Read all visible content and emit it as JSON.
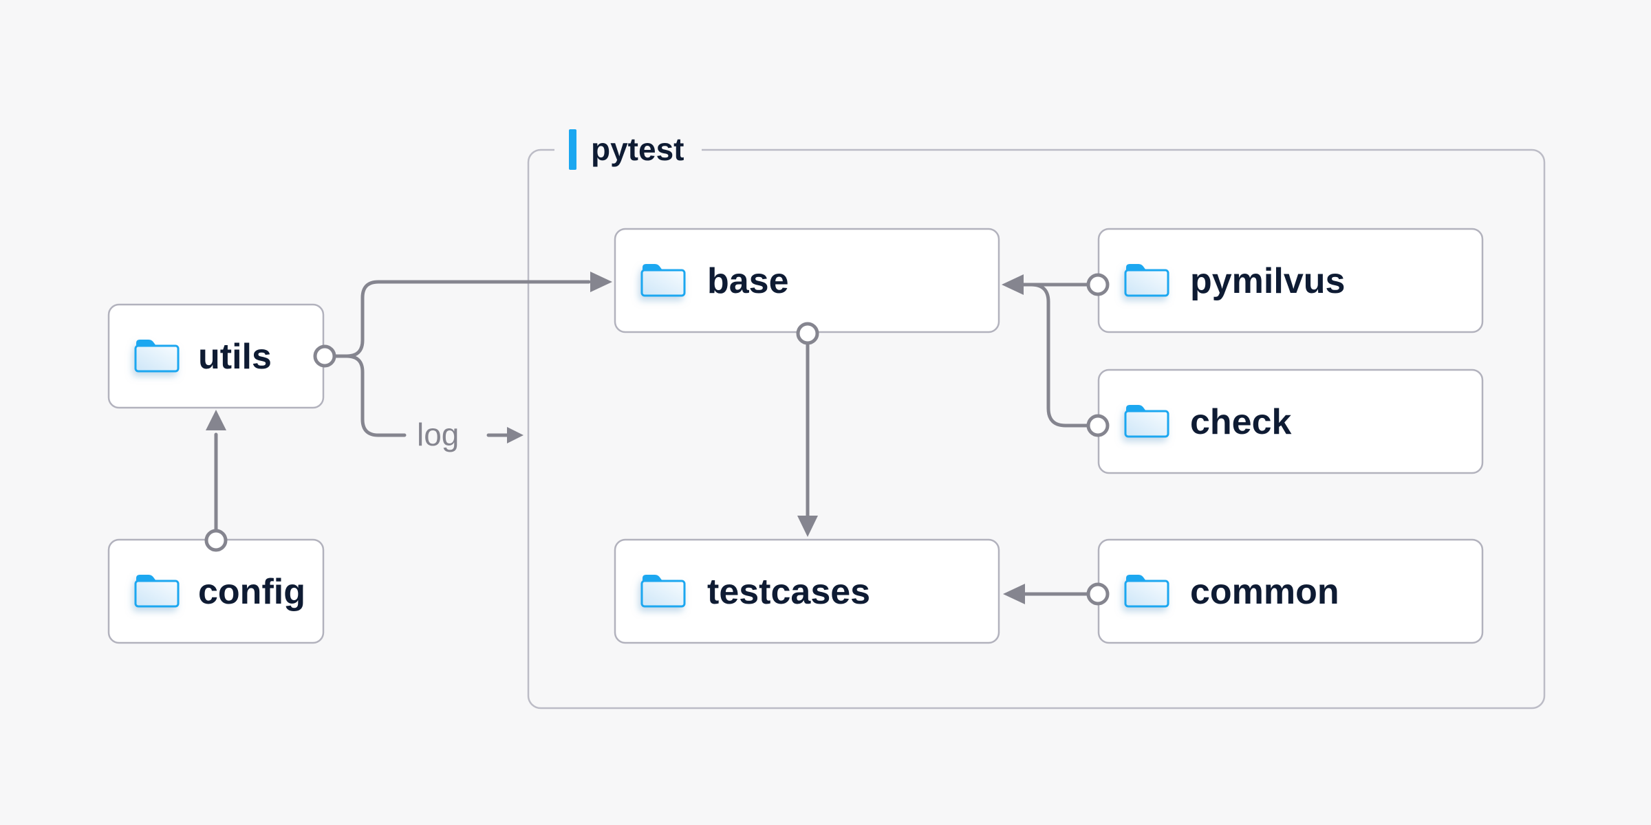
{
  "diagram": {
    "title": "pytest",
    "nodes": {
      "utils": {
        "label": "utils",
        "icon": "folder-icon"
      },
      "config": {
        "label": "config",
        "icon": "folder-icon"
      },
      "base": {
        "label": "base",
        "icon": "folder-icon"
      },
      "pymilvus": {
        "label": "pymilvus",
        "icon": "folder-icon"
      },
      "check": {
        "label": "check",
        "icon": "folder-icon"
      },
      "testcases": {
        "label": "testcases",
        "icon": "folder-icon"
      },
      "common": {
        "label": "common",
        "icon": "folder-icon"
      }
    },
    "edges": [
      {
        "from": "config",
        "to": "utils"
      },
      {
        "from": "utils",
        "to": "base"
      },
      {
        "from": "utils",
        "to": "pytest-container",
        "label": "log"
      },
      {
        "from": "pymilvus",
        "to": "base"
      },
      {
        "from": "check",
        "to": "base"
      },
      {
        "from": "base",
        "to": "testcases"
      },
      {
        "from": "common",
        "to": "testcases"
      }
    ],
    "colors": {
      "bg": "#f7f7f8",
      "nodeBg": "#ffffff",
      "nodeBorder": "#b2b2bd",
      "containerBorder": "#bcbcc6",
      "line": "#85858f",
      "text": "#0e1b33",
      "accent": "#1ba7f0"
    }
  }
}
